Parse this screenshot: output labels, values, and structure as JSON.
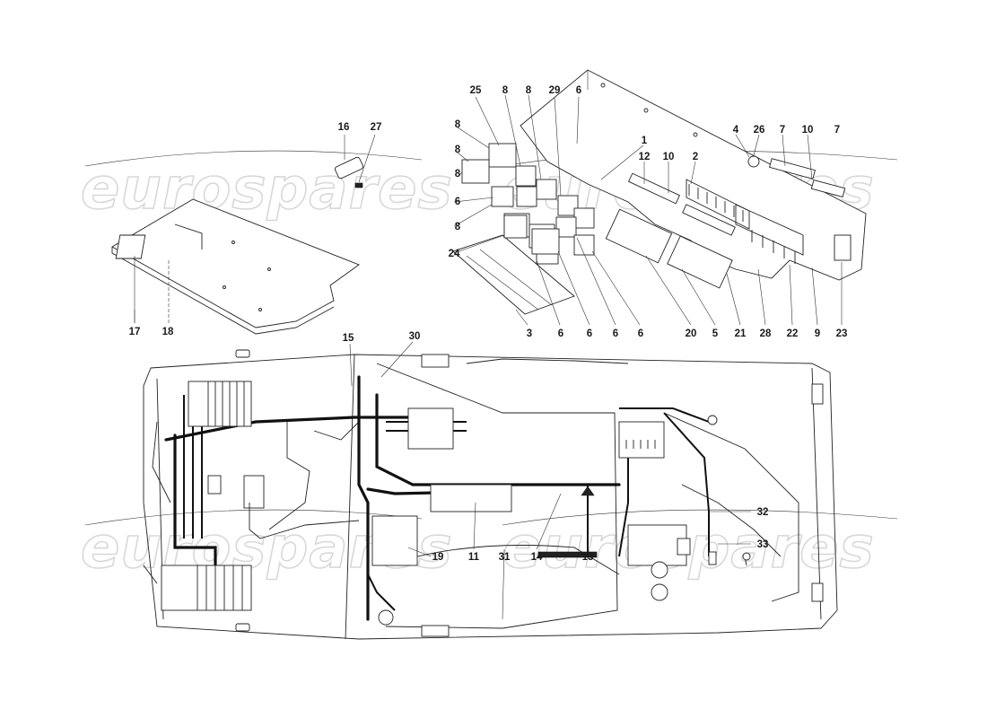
{
  "watermark": {
    "text": "eurospares",
    "logo_glyph": "swoosh-arc"
  },
  "diagram": {
    "callouts": [
      {
        "id": "c25",
        "label": "25"
      },
      {
        "id": "c8a",
        "label": "8"
      },
      {
        "id": "c8b",
        "label": "8"
      },
      {
        "id": "c29",
        "label": "29"
      },
      {
        "id": "c6a",
        "label": "6"
      },
      {
        "id": "c16",
        "label": "16"
      },
      {
        "id": "c27",
        "label": "27"
      },
      {
        "id": "c8c",
        "label": "8"
      },
      {
        "id": "c8d",
        "label": "8"
      },
      {
        "id": "c8e",
        "label": "8"
      },
      {
        "id": "c6b",
        "label": "6"
      },
      {
        "id": "c8f",
        "label": "8"
      },
      {
        "id": "c24",
        "label": "24"
      },
      {
        "id": "c1",
        "label": "1"
      },
      {
        "id": "c12",
        "label": "12"
      },
      {
        "id": "c10a",
        "label": "10"
      },
      {
        "id": "c2",
        "label": "2"
      },
      {
        "id": "c4",
        "label": "4"
      },
      {
        "id": "c26",
        "label": "26"
      },
      {
        "id": "c7a",
        "label": "7"
      },
      {
        "id": "c10b",
        "label": "10"
      },
      {
        "id": "c7b",
        "label": "7"
      },
      {
        "id": "c3",
        "label": "3"
      },
      {
        "id": "c6c",
        "label": "6"
      },
      {
        "id": "c6d",
        "label": "6"
      },
      {
        "id": "c6e",
        "label": "6"
      },
      {
        "id": "c6f",
        "label": "6"
      },
      {
        "id": "c20",
        "label": "20"
      },
      {
        "id": "c5",
        "label": "5"
      },
      {
        "id": "c21",
        "label": "21"
      },
      {
        "id": "c28",
        "label": "28"
      },
      {
        "id": "c22",
        "label": "22"
      },
      {
        "id": "c9",
        "label": "9"
      },
      {
        "id": "c23",
        "label": "23"
      },
      {
        "id": "c17",
        "label": "17"
      },
      {
        "id": "c18",
        "label": "18"
      },
      {
        "id": "c15",
        "label": "15"
      },
      {
        "id": "c30",
        "label": "30"
      },
      {
        "id": "c19",
        "label": "19"
      },
      {
        "id": "c11",
        "label": "11"
      },
      {
        "id": "c31",
        "label": "31"
      },
      {
        "id": "c14",
        "label": "14"
      },
      {
        "id": "c13",
        "label": "13"
      },
      {
        "id": "c32",
        "label": "32"
      },
      {
        "id": "c33",
        "label": "33"
      }
    ]
  }
}
